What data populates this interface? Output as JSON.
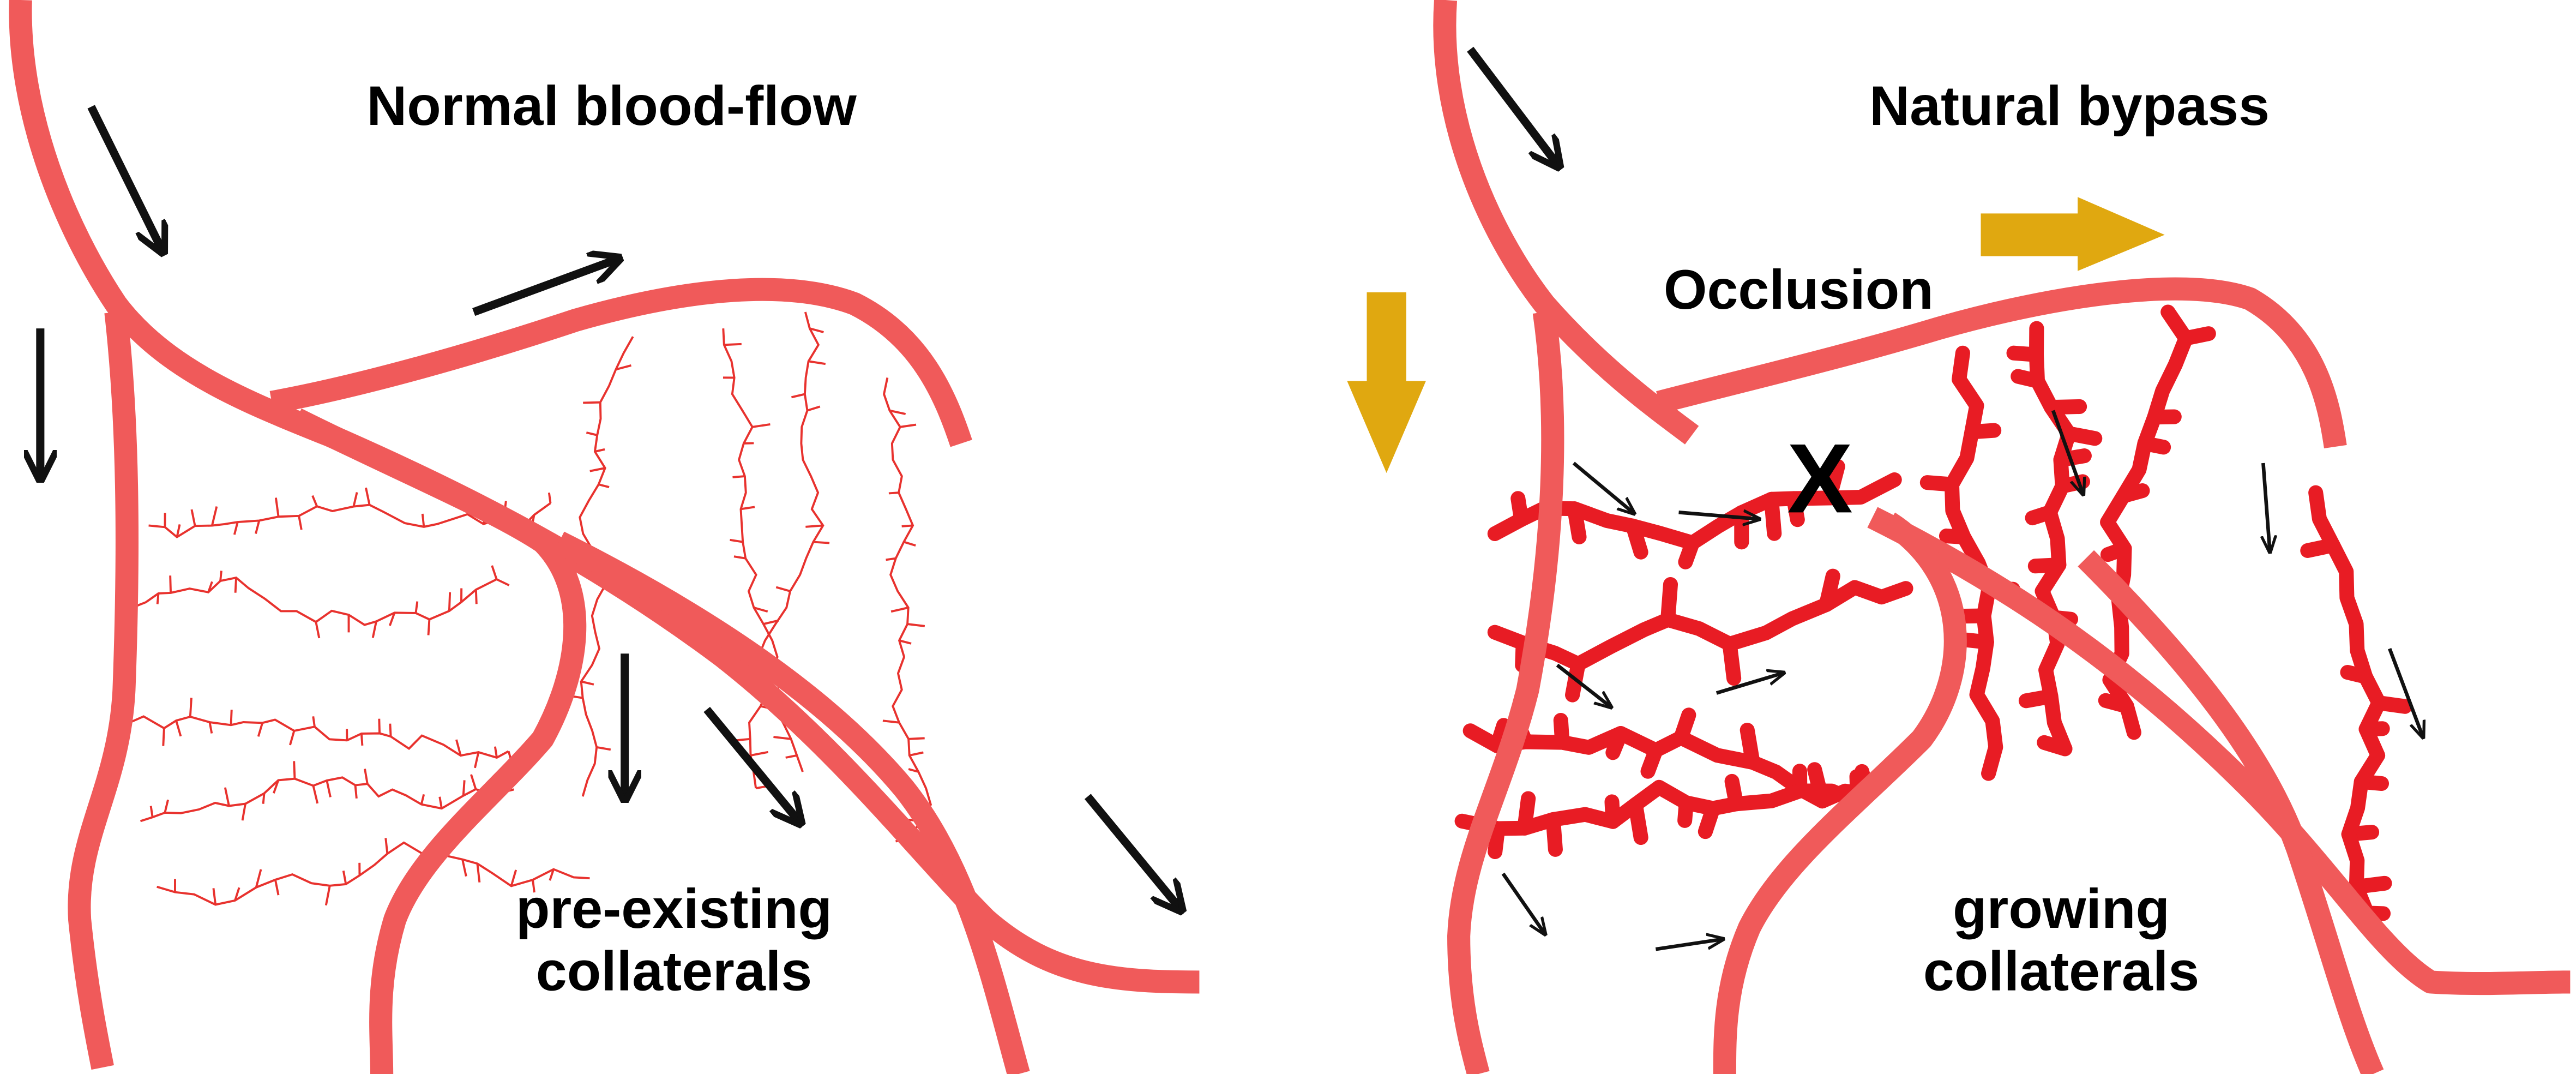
{
  "left_panel": {
    "title": "Normal blood-flow",
    "caption_line1": "pre-existing",
    "caption_line2": "collaterals"
  },
  "right_panel": {
    "title": "Natural bypass",
    "occlusion_label": "Occlusion",
    "occlusion_mark": "X",
    "caption_line1": "growing",
    "caption_line2": "collaterals"
  },
  "colors": {
    "vessel": "#f05a5a",
    "collateral": "#e81c24",
    "redirect_arrow": "#e0a810",
    "flow_arrow": "#111111"
  }
}
